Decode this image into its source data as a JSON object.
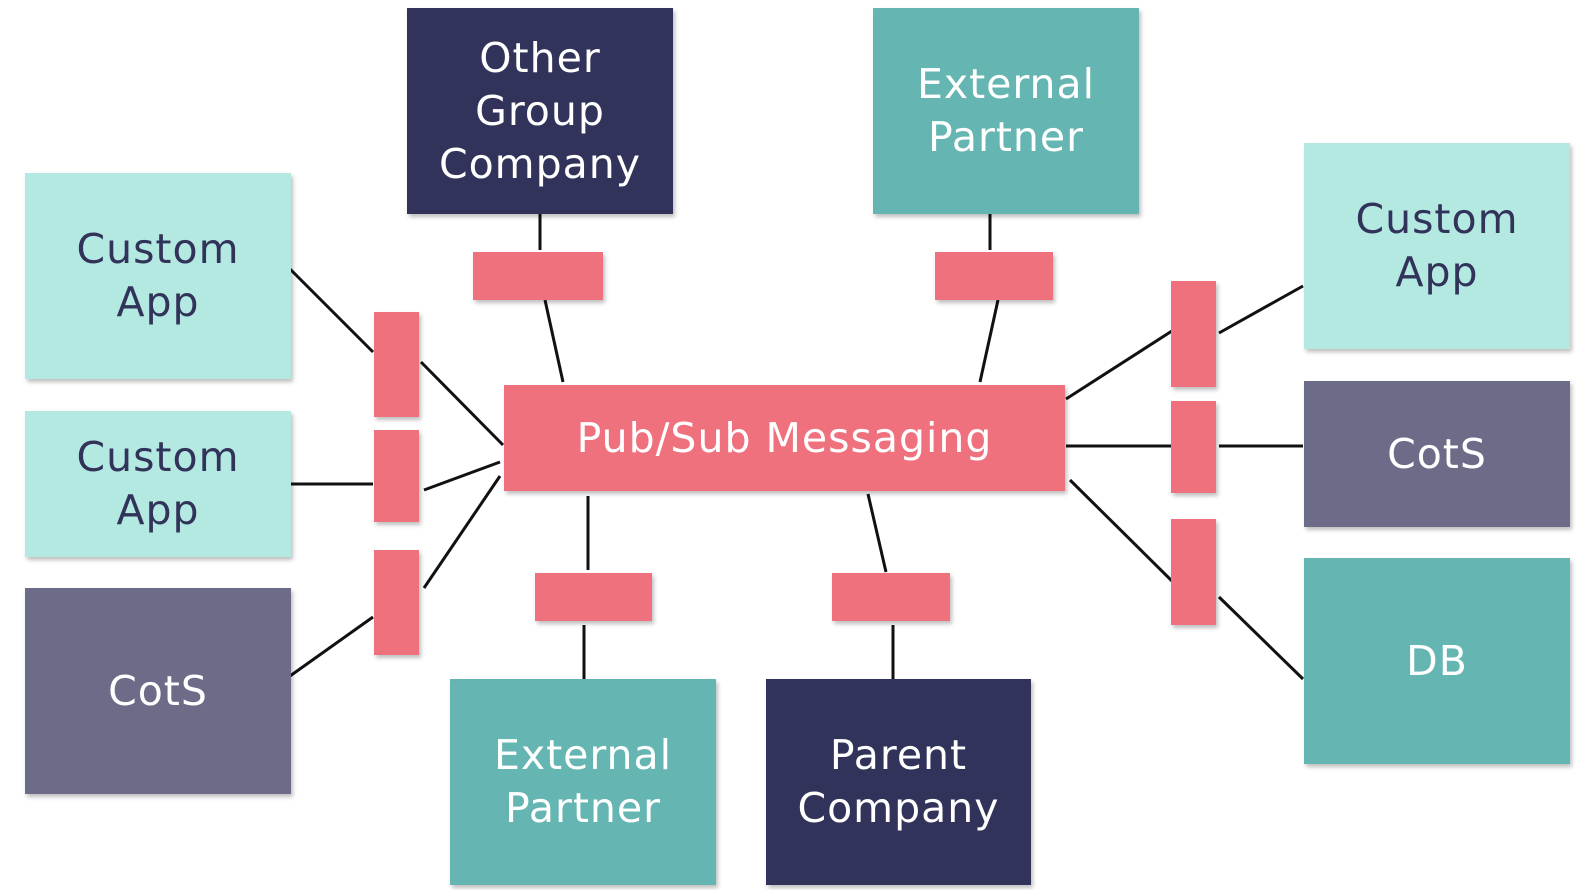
{
  "hub": {
    "label": "Pub/Sub Messaging"
  },
  "nodes": {
    "other_group_company": "Other\nGroup\nCompany",
    "external_partner_top": "External\nPartner",
    "custom_app_left_1": "Custom\nApp",
    "custom_app_left_2": "Custom\nApp",
    "cots_left": "CotS",
    "external_partner_bottom": "External\nPartner",
    "parent_company": "Parent\nCompany",
    "custom_app_right": "Custom\nApp",
    "cots_right": "CotS",
    "db": "DB"
  },
  "colors": {
    "navy": "#32335a",
    "teal": "#65b6b2",
    "light_mint": "#b3e9e0",
    "slate": "#6c6c88",
    "coral": "#ef717d",
    "connector": "#111111"
  }
}
